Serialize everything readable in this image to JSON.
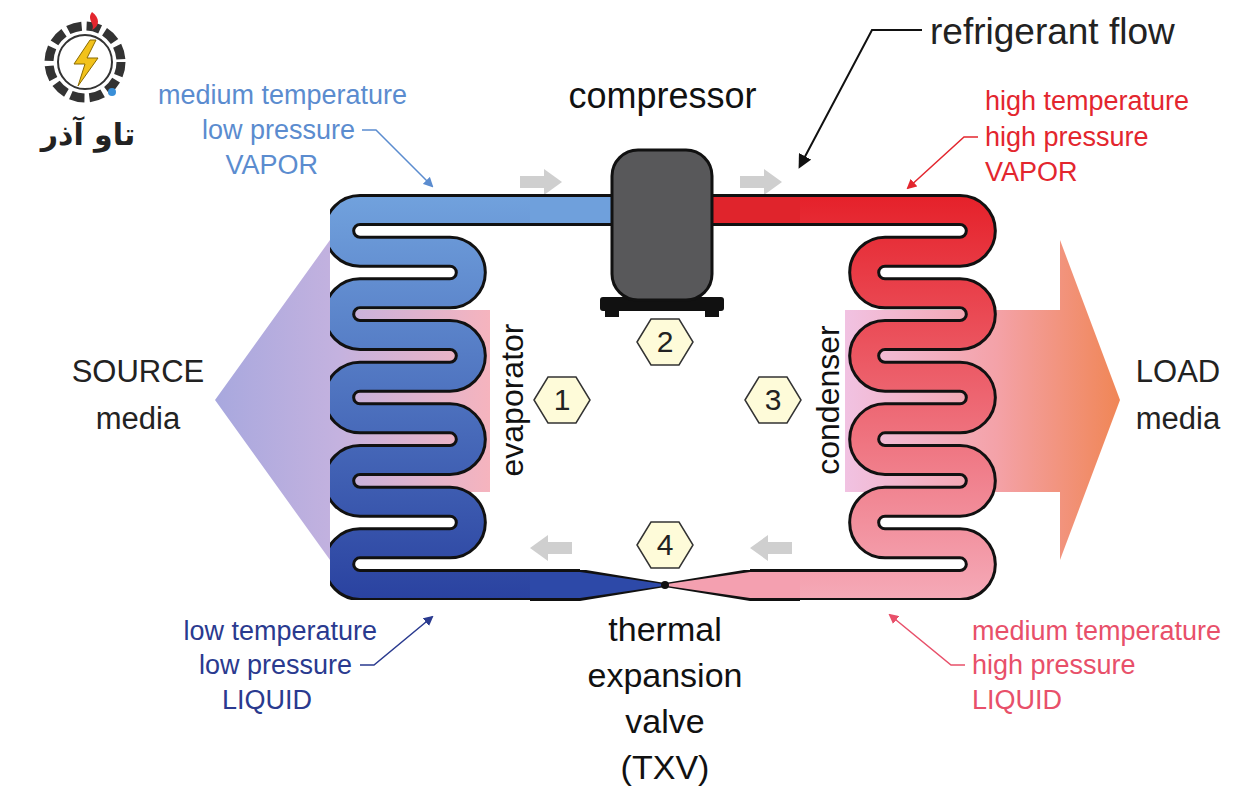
{
  "diagram": {
    "nodes": [
      {
        "text": [
          "compressor"
        ]
      },
      {
        "text": [
          "evaporator"
        ]
      },
      {
        "text": [
          "condenser"
        ]
      },
      {
        "text": [
          "thermal expansion valve (TXV)"
        ]
      }
    ],
    "edges": [
      {
        "from": 1,
        "to": 0,
        "arrow": "none"
      },
      {
        "from": 0,
        "to": 2,
        "arrow": "none"
      },
      {
        "from": 2,
        "to": 3,
        "arrow": "none"
      },
      {
        "from": 3,
        "to": 1,
        "arrow": "none"
      }
    ],
    "labels": [
      "تاو آذر",
      "medium temperature",
      "low pressure",
      "VAPOR",
      "refrigerant flow",
      "high temperature",
      "high pressure",
      "VAPOR",
      "SOURCE media",
      "LOAD media",
      "1",
      "2",
      "3",
      "4",
      "low temperature",
      "low pressure",
      "LIQUID",
      "medium temperature",
      "high pressure",
      "LIQUID"
    ]
  }
}
